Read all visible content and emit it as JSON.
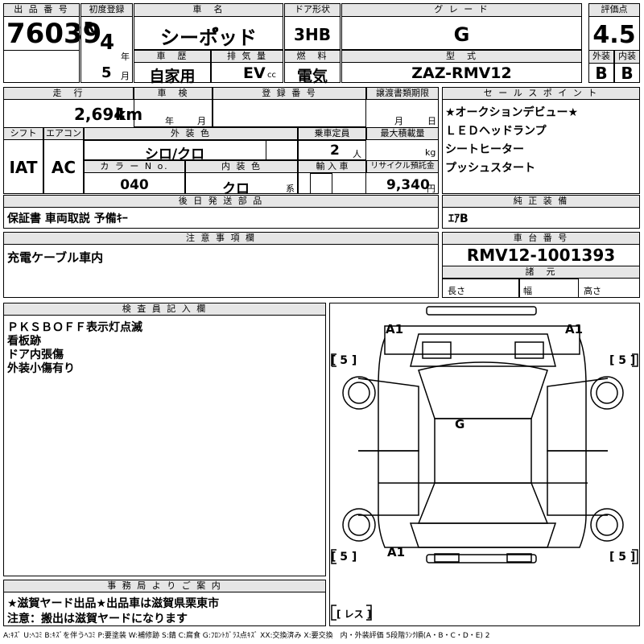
{
  "header": {
    "lot_label": "出 品 番 号",
    "lot_no": "76039",
    "first_reg_label": "初度登録",
    "era": "R",
    "year": "4",
    "year_unit": "年",
    "month": "5",
    "month_unit": "月",
    "car_name_label": "車　名",
    "car_name": "シーポ゚ッド",
    "door_label": "ドア形状",
    "door": "3HB",
    "grade_label": "グ レ ー ド",
    "grade": "G",
    "score_label": "評価点",
    "score": "4.5",
    "history_label": "車　歴",
    "history": "自家用",
    "displacement_label": "排 気 量",
    "displacement": "EV",
    "displacement_unit": "cc",
    "fuel_label": "燃　料",
    "fuel": "電気",
    "model_label": "型　式",
    "model": "ZAZ-RMV12",
    "ext_label": "外装",
    "ext": "B",
    "int_label": "内装",
    "int": "B"
  },
  "row2": {
    "mileage_label": "走　行",
    "mileage": "2,694",
    "mileage_unit": "km",
    "inspection_label": "車　検",
    "year_unit": "年",
    "month_unit": "月",
    "reg_no_label": "登 録 番 号",
    "transfer_label": "譲渡書類期限",
    "transfer_month": "月",
    "transfer_day": "日",
    "shift_label": "シフト",
    "shift": "IAT",
    "ac_label": "エアコン",
    "ac": "AC",
    "ext_color_label": "外 装 色",
    "ext_color": "シロ/クロ",
    "capacity_label": "乗車定員",
    "capacity": "2",
    "capacity_unit": "人",
    "payload_label": "最大積載量",
    "payload_unit": "kg",
    "color_no_label": "カ ラ ー N o.",
    "color_no": "040",
    "int_color_label": "内 装 色",
    "int_color": "クロ",
    "int_color_unit": "系",
    "import_label": "輸 入 車",
    "recycle_label": "リサイクル預託金",
    "recycle": "9,340",
    "recycle_unit": "円"
  },
  "sales": {
    "label": "セ ー ル ス ポ イ ン ト",
    "items": [
      "★オークションデビュー★",
      "ＬＥＤヘッドランプ",
      "シートヒーター",
      "プッシュスタート"
    ]
  },
  "later": {
    "label": "後 日 発 送 部 品",
    "text": "保証書 車両取説 予備ｷｰ"
  },
  "genuine": {
    "label": "純 正 装 備",
    "text": "ｴｱB"
  },
  "notes": {
    "label": "注 意 事 項 欄",
    "text": "充電ケーブル車内"
  },
  "chassis": {
    "label": "車 台 番 号",
    "number": "RMV12-1001393",
    "spec_label": "諸　元",
    "length": "長さ",
    "width": "幅",
    "height": "高さ"
  },
  "inspector": {
    "label": "検 査 員 記 入 欄",
    "lines": [
      "ＰＫＳＢＯＦＦ表示灯点滅",
      "看板跡",
      "ドア内張傷",
      "外装小傷有り"
    ]
  },
  "diagram": {
    "marks": {
      "front_left": "A1",
      "front_right": "A1",
      "roof": "G",
      "rear_left": "A1"
    },
    "tire_fl": "[ 5 ]",
    "tire_fr": "[ 5 ]",
    "tire_rl": "[ 5 ]",
    "tire_rr": "[ 5 ]",
    "spare": "[ レス ]"
  },
  "office": {
    "label": "事 務 局 よ り ご 案 内",
    "lines": [
      "★滋賀ヤード出品★出品車は滋賀県栗東市",
      "注意：搬出は滋賀ヤードになります"
    ]
  },
  "legend": "A:ｷｽﾞ U:ﾍｺﾐ B:ｷｽﾞを伴うﾍｺﾐ P:要塗装 W:補修跡 S:錆 C:腐食 G:ﾌﾛﾝﾄｶﾞﾗｽ点ｷｽﾞ XX:交換済み X:要交換　内・外装評価 5段階ﾗﾝｸ順(A・B・C・D・E) 2"
}
